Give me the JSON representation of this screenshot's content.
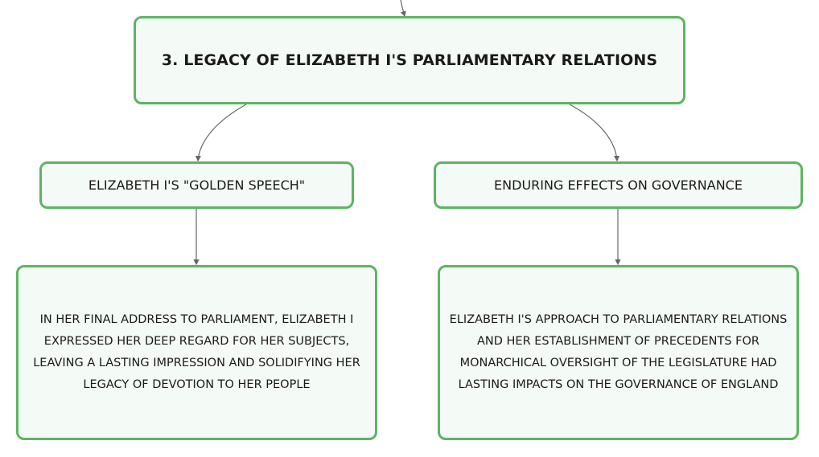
{
  "root": {
    "label": "3. LEGACY OF ELIZABETH I'S PARLIAMENTARY RELATIONS"
  },
  "children": [
    {
      "label": "ELIZABETH I'S \"GOLDEN SPEECH\"",
      "detail": "IN HER FINAL ADDRESS TO PARLIAMENT, ELIZABETH I EXPRESSED HER DEEP REGARD FOR HER SUBJECTS, LEAVING A LASTING IMPRESSION AND SOLIDIFYING HER LEGACY OF DEVOTION TO HER PEOPLE"
    },
    {
      "label": "ENDURING EFFECTS ON GOVERNANCE",
      "detail": "ELIZABETH I'S APPROACH TO PARLIAMENTARY RELATIONS AND HER ESTABLISHMENT OF PRECEDENTS FOR MONARCHICAL OVERSIGHT OF THE LEGISLATURE HAD LASTING IMPACTS ON THE GOVERNANCE OF ENGLAND"
    }
  ],
  "colors": {
    "node_border": "#5cb561",
    "node_fill": "#f4faf5",
    "connector": "#666666",
    "text": "#1a1a1a"
  }
}
